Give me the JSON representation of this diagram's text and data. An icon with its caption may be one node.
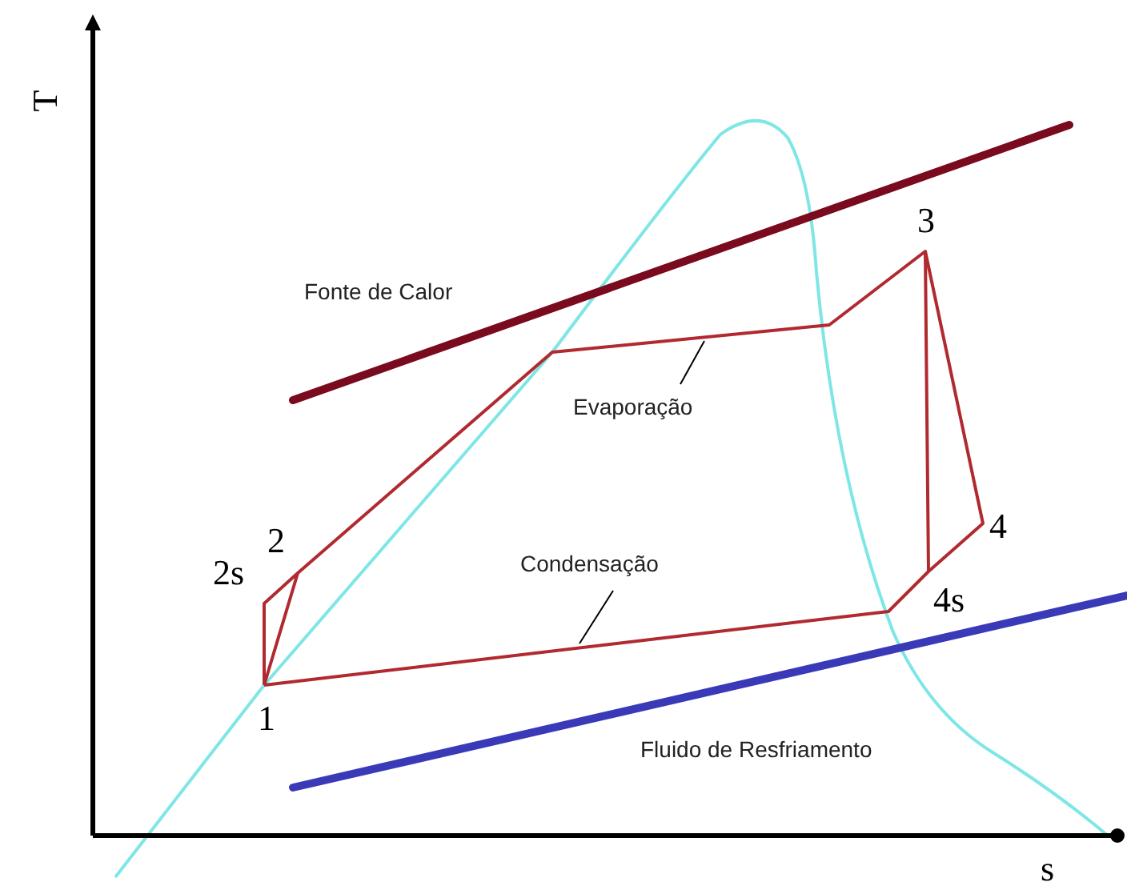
{
  "diagram": {
    "nodes": [
      {
        "text": [
          "Evaporação"
        ]
      },
      {
        "text": [
          "Condensação"
        ]
      }
    ],
    "edges": [
      {
        "from": 0,
        "to": null,
        "arrow": "none"
      },
      {
        "from": 1,
        "to": null,
        "arrow": "none"
      }
    ],
    "labels": [
      "T",
      "Fonte de Calor",
      "3",
      "2",
      "2s",
      "4",
      "4s",
      "1",
      "Fluido de Resfriamento",
      "s"
    ]
  }
}
